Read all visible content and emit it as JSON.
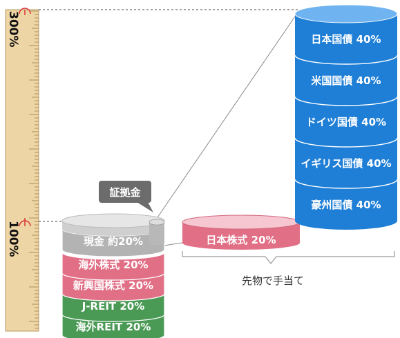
{
  "ruler": {
    "marks": [
      "300%",
      "100%"
    ]
  },
  "left_stack": {
    "layers": [
      {
        "label": "現金 約20%",
        "color": "#b3b3b3"
      },
      {
        "label": "海外株式 20%",
        "color": "#e16f86"
      },
      {
        "label": "新興国株式 20%",
        "color": "#e16f86"
      },
      {
        "label": "J-REIT 20%",
        "color": "#4a9a55"
      },
      {
        "label": "海外REIT 20%",
        "color": "#4a9a55"
      }
    ],
    "margin_label": "証拠金"
  },
  "pink_cylinder": {
    "label": "日本株式 20%",
    "color": "#e16f86"
  },
  "blue_stack": {
    "layers": [
      {
        "label": "日本国債 40%"
      },
      {
        "label": "米国国債 40%"
      },
      {
        "label": "ドイツ国債 40%"
      },
      {
        "label": "イギリス国債 40%"
      },
      {
        "label": "豪州国債 40%"
      }
    ],
    "color": "#1f7fd6",
    "top_color": "#6fb4f0"
  },
  "bracket_label": "先物で手当て"
}
